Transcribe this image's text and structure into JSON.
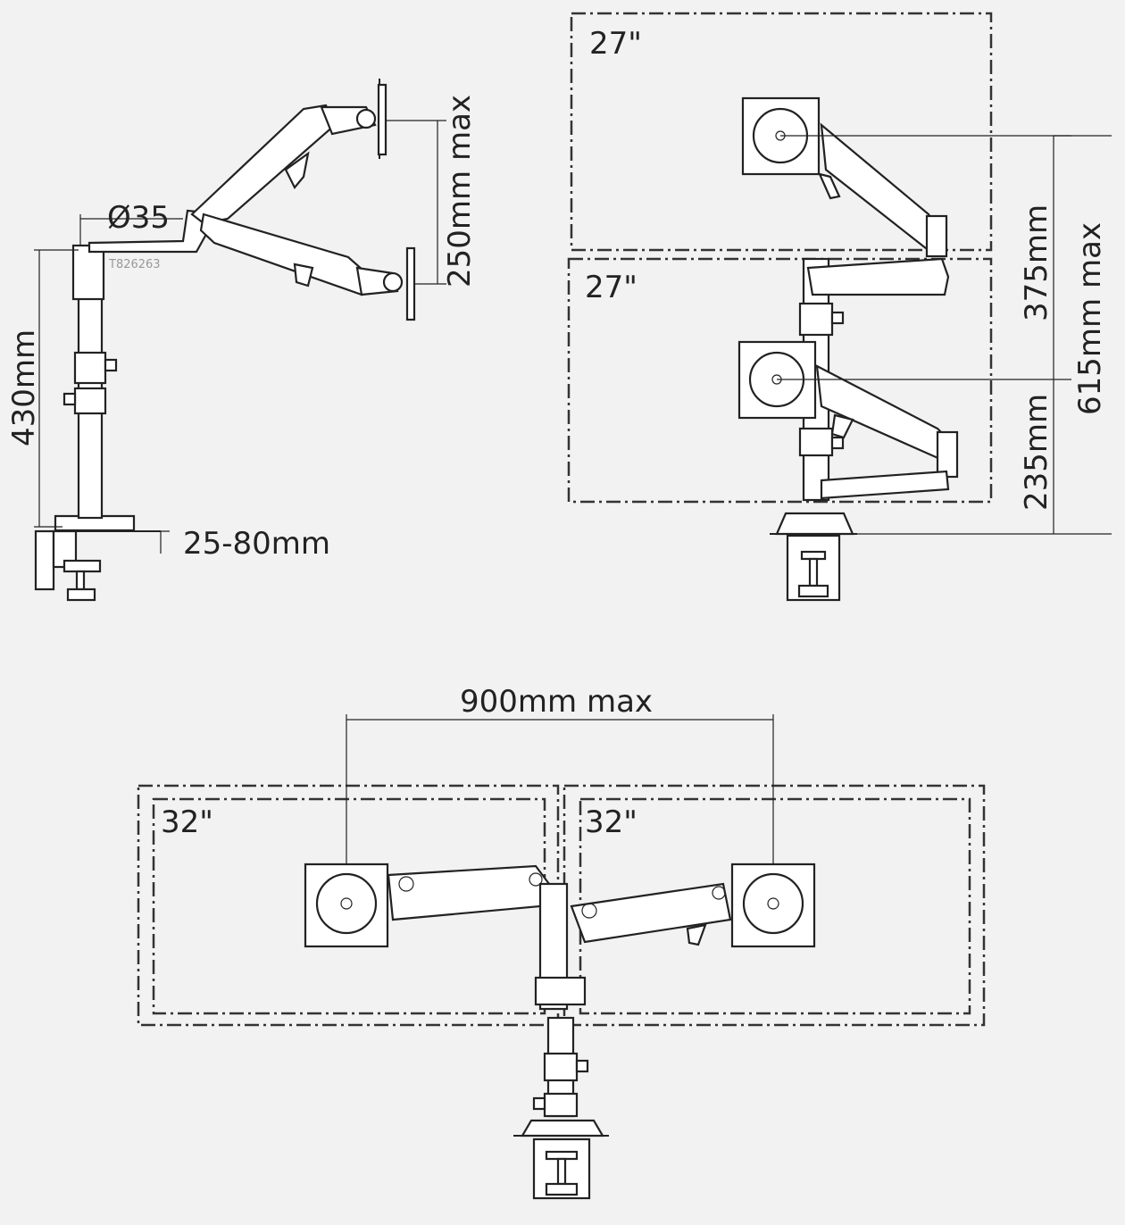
{
  "side_view": {
    "diameter_label": "Ø35",
    "height_label": "430mm",
    "clamp_label": "25-80mm",
    "range_label": "250mm max",
    "model_code": "T826263"
  },
  "stacked_view": {
    "upper_size": "27\"",
    "lower_size": "27\"",
    "upper_label": "375mm",
    "lower_label": "235mm",
    "total_label": "615mm max"
  },
  "dual_view": {
    "left_size": "32\"",
    "right_size": "32\"",
    "span_label": "900mm max"
  }
}
